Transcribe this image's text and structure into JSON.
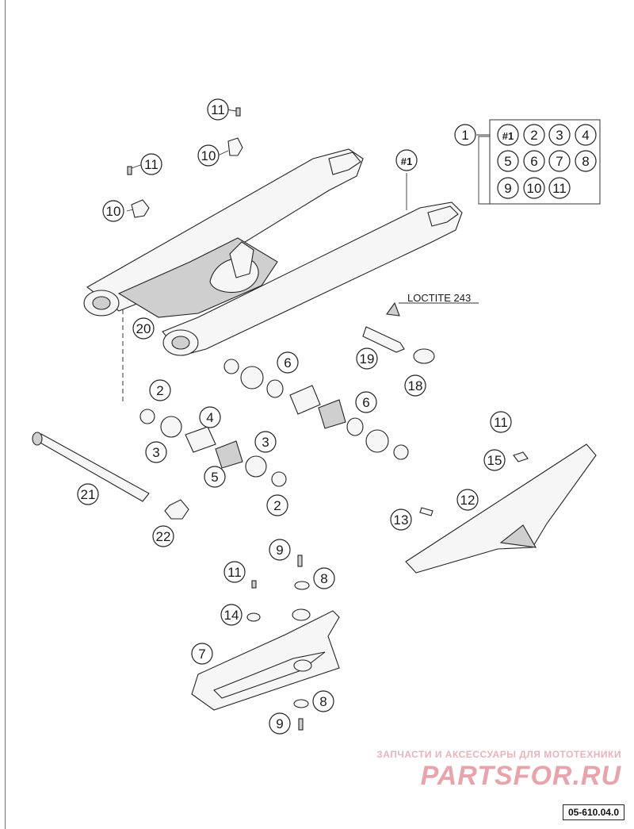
{
  "diagram": {
    "code": "05-610.04.0",
    "note": "LOCTITE 243",
    "kit": {
      "number": "1",
      "contents": [
        "#1",
        "2",
        "3",
        "4",
        "5",
        "6",
        "7",
        "8",
        "9",
        "10",
        "11"
      ]
    },
    "callouts": [
      {
        "id": "11",
        "label": "11"
      },
      {
        "id": "10",
        "label": "10"
      },
      {
        "id": "11b",
        "label": "11"
      },
      {
        "id": "10b",
        "label": "10"
      },
      {
        "id": "main",
        "label": "#1"
      },
      {
        "id": "20",
        "label": "20"
      },
      {
        "id": "19",
        "label": "19"
      },
      {
        "id": "18",
        "label": "18"
      },
      {
        "id": "6a",
        "label": "6"
      },
      {
        "id": "6b",
        "label": "6"
      },
      {
        "id": "2a",
        "label": "2"
      },
      {
        "id": "4",
        "label": "4"
      },
      {
        "id": "3a",
        "label": "3"
      },
      {
        "id": "3b",
        "label": "3"
      },
      {
        "id": "5",
        "label": "5"
      },
      {
        "id": "2b",
        "label": "2"
      },
      {
        "id": "21",
        "label": "21"
      },
      {
        "id": "22",
        "label": "22"
      },
      {
        "id": "11c",
        "label": "11"
      },
      {
        "id": "15",
        "label": "15"
      },
      {
        "id": "12",
        "label": "12"
      },
      {
        "id": "13",
        "label": "13"
      },
      {
        "id": "9a",
        "label": "9"
      },
      {
        "id": "11d",
        "label": "11"
      },
      {
        "id": "8a",
        "label": "8"
      },
      {
        "id": "14",
        "label": "14"
      },
      {
        "id": "7",
        "label": "7"
      },
      {
        "id": "8b",
        "label": "8"
      },
      {
        "id": "9b",
        "label": "9"
      }
    ]
  },
  "watermark": {
    "line1": "ЗАПЧАСТИ И АКСЕССУАРЫ ДЛЯ МОТОТЕХНИКИ",
    "line2": "PARTSFOR.RU"
  }
}
